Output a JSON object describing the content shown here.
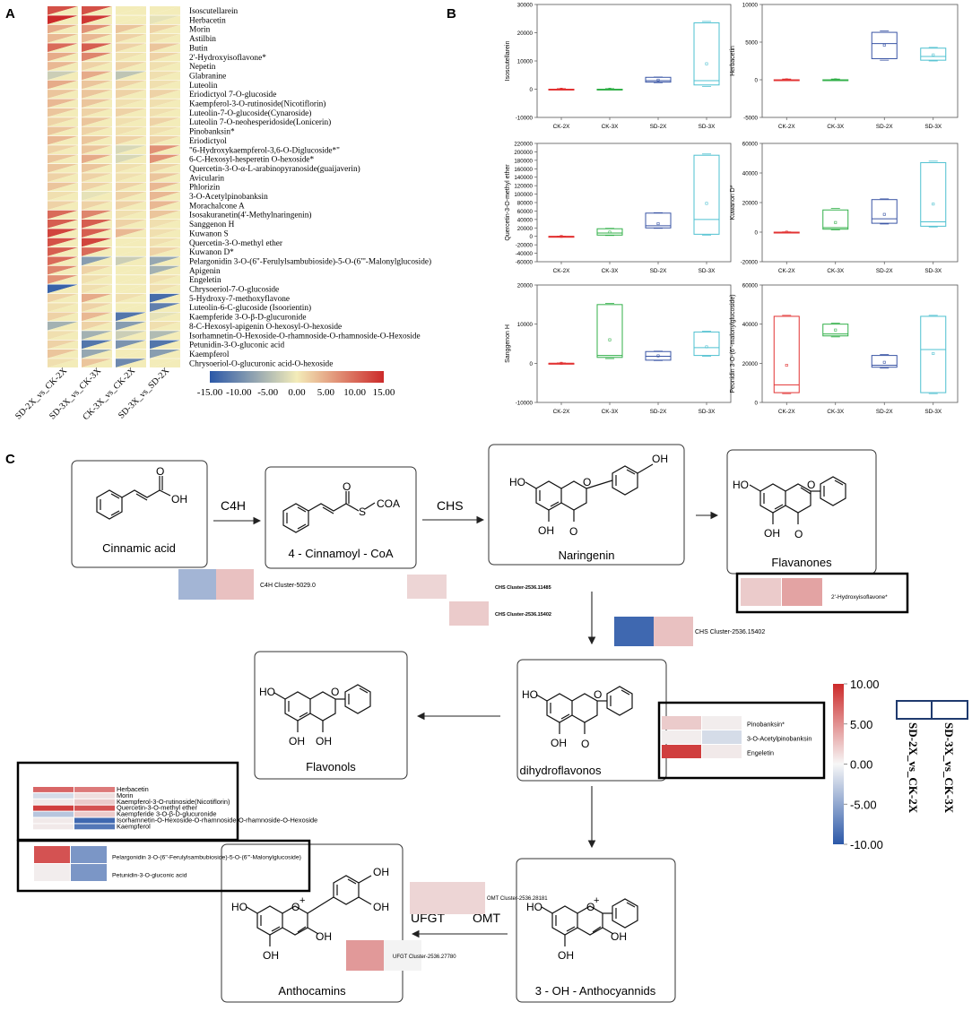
{
  "panels": {
    "a": "A",
    "b": "B",
    "c": "C"
  },
  "colors": {
    "neg": "#2b58a8",
    "zero": "#f3ecb9",
    "pos": "#cc2a2a"
  },
  "heatmap": {
    "compounds": [
      "Isoscutellarein",
      "Herbacetin",
      "Morin",
      "Astilbin",
      "Butin",
      "2'-Hydroxyisoflavone*",
      "Nepetin",
      "Glabranine",
      "Luteolin",
      "Eriodictyol 7-O-glucoside",
      "Kaempferol-3-O-rutinoside(Nicotiflorin)",
      "Luteolin-7-O-glucoside(Cynaroside)",
      "Luteolin 7-O-neohesperidoside(Lonicerin)",
      "Pinobanksin*",
      "Eriodictyol",
      "\"6-Hydroxykaempferol-3,6-O-Diglucoside*\"",
      "6-C-Hexosyl-hesperetin O-hexoside*",
      "Quercetin-3-O-α-L-arabinopyranoside(guaijaverin)",
      "Avicularin",
      "Phlorizin",
      "3-O-Acetylpinobanksin",
      "Morachalcone A",
      "Isosakuranetin(4'-Methylnaringenin)",
      "Sanggenon H",
      "Kuwanon S",
      "Quercetin-3-O-methyl ether",
      "Kuwanon D*",
      "Pelargonidin 3-O-(6\"-Ferulylsambubioside)-5-O-(6\"'-Malonylglucoside)",
      "Apigenin",
      "Engeletin",
      "Chrysoeriol-7-O-glucoside",
      "5-Hydroxy-7-methoxyflavone",
      "Luteolin-6-C-glucoside (Isoorientin)",
      "Kaempferide 3-O-β-D-glucuronide",
      "8-C-Hexosyl-apigenin O-hexosyl-O-hexoside",
      "Isorhamnetin-O-Hexoside-O-rhamnoside-O-rhamnoside-O-Hexoside",
      "Petunidin-3-O-gluconic acid",
      "Kaempferol",
      "Chrysoeriol-O-glucuronic acid-O-hexoside"
    ],
    "comparisons": [
      "SD-2X_vs_CK-2X",
      "SD-3X_vs_CK-3X",
      "CK-3X_vs_CK-2X",
      "SD-3X_vs_SD-2X"
    ],
    "values": [
      [
        12,
        12,
        0,
        0
      ],
      [
        15,
        14,
        0,
        -1
      ],
      [
        5,
        7,
        3,
        2
      ],
      [
        4,
        4,
        2,
        1
      ],
      [
        10,
        11,
        2,
        3
      ],
      [
        5,
        8,
        1,
        2
      ],
      [
        4,
        2,
        2,
        1
      ],
      [
        -3,
        5,
        -4,
        1
      ],
      [
        5,
        3,
        2,
        1
      ],
      [
        3,
        3,
        2,
        2
      ],
      [
        4,
        3,
        1,
        1
      ],
      [
        3,
        2,
        2,
        1
      ],
      [
        2,
        3,
        1,
        2
      ],
      [
        3,
        2,
        1,
        1
      ],
      [
        4,
        3,
        2,
        2
      ],
      [
        2,
        3,
        -2,
        7
      ],
      [
        3,
        5,
        -2,
        7
      ],
      [
        3,
        3,
        1,
        2
      ],
      [
        2,
        2,
        1,
        3
      ],
      [
        3,
        2,
        2,
        4
      ],
      [
        1,
        -1,
        2,
        4
      ],
      [
        2,
        2,
        2,
        4
      ],
      [
        10,
        8,
        1,
        3
      ],
      [
        11,
        11,
        2,
        1
      ],
      [
        13,
        11,
        4,
        1
      ],
      [
        12,
        13,
        0,
        1
      ],
      [
        11,
        10,
        0,
        2
      ],
      [
        10,
        -8,
        -3,
        -7
      ],
      [
        8,
        2,
        0,
        -6
      ],
      [
        7,
        1,
        0,
        1
      ],
      [
        -14,
        1,
        0,
        1
      ],
      [
        2,
        5,
        1,
        -13
      ],
      [
        1,
        2,
        0,
        -11
      ],
      [
        2,
        4,
        -12,
        -1
      ],
      [
        -6,
        2,
        -8,
        1
      ],
      [
        1,
        -6,
        -3,
        -5
      ],
      [
        2,
        -12,
        -9,
        -12
      ],
      [
        3,
        -7,
        0,
        -8
      ],
      [
        1,
        3,
        -10,
        0
      ]
    ],
    "colorbar_ticks": [
      "-15.00",
      "-10.00",
      "-5.00",
      "0.00",
      "5.00",
      "10.00",
      "15.00"
    ],
    "colorbar_range": [
      -15,
      15
    ]
  },
  "chart_data": [
    {
      "type": "box",
      "ylabel": "Isoscutellarein",
      "categories": [
        "CK-2X",
        "CK-3X",
        "SD-2X",
        "SD-3X"
      ],
      "ylim": [
        -10000,
        30000
      ],
      "yticks": [
        "-10000",
        "0",
        "10000",
        "20000",
        "30000"
      ],
      "boxes": [
        {
          "q1": 0,
          "median": 0,
          "q3": 0,
          "min": -200,
          "max": 200,
          "mean": 0
        },
        {
          "q1": 0,
          "median": 0,
          "q3": 0,
          "min": -200,
          "max": 200,
          "mean": 0
        },
        {
          "q1": 2500,
          "median": 3000,
          "q3": 4200,
          "min": 2300,
          "max": 4300,
          "mean": 3200
        },
        {
          "q1": 1500,
          "median": 3000,
          "q3": 23500,
          "min": 1000,
          "max": 24000,
          "mean": 9000
        }
      ],
      "colors": [
        "#e23232",
        "#33b04a",
        "#3a55a5",
        "#4ec0d0"
      ]
    },
    {
      "type": "box",
      "ylabel": "Herbacetin",
      "categories": [
        "CK-2X",
        "CK-3X",
        "SD-2X",
        "SD-3X"
      ],
      "ylim": [
        -5000,
        10000
      ],
      "yticks": [
        "-5000",
        "0",
        "5000",
        "10000"
      ],
      "boxes": [
        {
          "q1": 0,
          "median": 0,
          "q3": 0,
          "min": -100,
          "max": 100,
          "mean": 0
        },
        {
          "q1": 0,
          "median": 0,
          "q3": 0,
          "min": -100,
          "max": 100,
          "mean": 0
        },
        {
          "q1": 2800,
          "median": 4800,
          "q3": 6300,
          "min": 2600,
          "max": 6500,
          "mean": 4600
        },
        {
          "q1": 2600,
          "median": 3100,
          "q3": 4200,
          "min": 2500,
          "max": 4300,
          "mean": 3300
        }
      ],
      "colors": [
        "#e23232",
        "#33b04a",
        "#3a55a5",
        "#4ec0d0"
      ]
    },
    {
      "type": "box",
      "ylabel": "Quercetin-3-O-methyl ether",
      "categories": [
        "CK-2X",
        "CK-3X",
        "SD-2X",
        "SD-3X"
      ],
      "ylim": [
        -60000,
        220000
      ],
      "yticks": [
        "-60000",
        "-40000",
        "-20000",
        "0",
        "20000",
        "40000",
        "60000",
        "80000",
        "100000",
        "120000",
        "140000",
        "160000",
        "180000",
        "200000",
        "220000"
      ],
      "boxes": [
        {
          "q1": 0,
          "median": 0,
          "q3": 0,
          "min": -500,
          "max": 500,
          "mean": 0
        },
        {
          "q1": 3000,
          "median": 8000,
          "q3": 18000,
          "min": 2000,
          "max": 19000,
          "mean": 10000
        },
        {
          "q1": 20000,
          "median": 25000,
          "q3": 55000,
          "min": 19000,
          "max": 56000,
          "mean": 30000
        },
        {
          "q1": 5000,
          "median": 40000,
          "q3": 192000,
          "min": 3000,
          "max": 195000,
          "mean": 78000
        }
      ],
      "colors": [
        "#e23232",
        "#33b04a",
        "#3a55a5",
        "#4ec0d0"
      ]
    },
    {
      "type": "box",
      "ylabel": "Kuwanon D*",
      "categories": [
        "CK-2X",
        "CK-3X",
        "SD-2X",
        "SD-3X"
      ],
      "ylim": [
        -20000,
        60000
      ],
      "yticks": [
        "-20000",
        "0",
        "20000",
        "40000",
        "60000"
      ],
      "boxes": [
        {
          "q1": 0,
          "median": 0,
          "q3": 0,
          "min": -200,
          "max": 200,
          "mean": 0
        },
        {
          "q1": 2000,
          "median": 3000,
          "q3": 15000,
          "min": 1500,
          "max": 16000,
          "mean": 6500
        },
        {
          "q1": 6000,
          "median": 9000,
          "q3": 22000,
          "min": 5500,
          "max": 22500,
          "mean": 12000
        },
        {
          "q1": 4000,
          "median": 7000,
          "q3": 47000,
          "min": 3500,
          "max": 48000,
          "mean": 19000
        }
      ],
      "colors": [
        "#e23232",
        "#33b04a",
        "#3a55a5",
        "#4ec0d0"
      ]
    },
    {
      "type": "box",
      "ylabel": "Sanggenon H",
      "categories": [
        "CK-2X",
        "CK-3X",
        "SD-2X",
        "SD-3X"
      ],
      "ylim": [
        -10000,
        20000
      ],
      "yticks": [
        "-10000",
        "0",
        "10000",
        "20000"
      ],
      "boxes": [
        {
          "q1": 0,
          "median": 0,
          "q3": 0,
          "min": -100,
          "max": 100,
          "mean": 0
        },
        {
          "q1": 1500,
          "median": 2000,
          "q3": 15000,
          "min": 1200,
          "max": 15300,
          "mean": 6000
        },
        {
          "q1": 800,
          "median": 1800,
          "q3": 3000,
          "min": 700,
          "max": 3100,
          "mean": 1900
        },
        {
          "q1": 2000,
          "median": 4000,
          "q3": 8000,
          "min": 1800,
          "max": 8200,
          "mean": 4200
        }
      ],
      "colors": [
        "#e23232",
        "#33b04a",
        "#3a55a5",
        "#4ec0d0"
      ]
    },
    {
      "type": "box",
      "ylabel": "Peonidin 3-O-(6\"-malonylglucoside)",
      "categories": [
        "CK-2X",
        "CK-3X",
        "SD-2X",
        "SD-3X"
      ],
      "ylim": [
        0,
        60000
      ],
      "yticks": [
        "0",
        "20000",
        "40000",
        "60000"
      ],
      "boxes": [
        {
          "q1": 5000,
          "median": 9000,
          "q3": 44000,
          "min": 4500,
          "max": 44500,
          "mean": 19000
        },
        {
          "q1": 34000,
          "median": 35000,
          "q3": 40000,
          "min": 33500,
          "max": 40500,
          "mean": 37000
        },
        {
          "q1": 18000,
          "median": 19000,
          "q3": 24000,
          "min": 17500,
          "max": 24500,
          "mean": 20500
        },
        {
          "q1": 5000,
          "median": 27000,
          "q3": 44000,
          "min": 4500,
          "max": 44500,
          "mean": 25000
        }
      ],
      "colors": [
        "#e23232",
        "#33b04a",
        "#3a55a5",
        "#4ec0d0"
      ]
    }
  ],
  "pathway": {
    "nodes": {
      "cinnamic": "Cinnamic acid",
      "cinnamoyl": "4 - Cinnamoyl - CoA",
      "naringenin": "Naringenin",
      "flavanones": "Flavanones",
      "dihydroflavonos": "dihydroflavonos",
      "flavonols": "Flavonols",
      "anthocyannids": "3 - OH - Anthocyannids",
      "anthocamins": "Anthocamins"
    },
    "enzymes": {
      "c4h": "C4H",
      "chs": "CHS",
      "ufgt": "UFGT",
      "omt": "OMT"
    },
    "chem": {
      "cooh_o": "O",
      "cooh_oh": "OH",
      "coa_o": "O",
      "coa_s": "S",
      "coa": "COA",
      "ho": "HO",
      "oh": "OH",
      "o": "O",
      "plus": "+"
    },
    "gene_maps": [
      {
        "label": "C4H Cluster-5029.0",
        "values": [
          -4,
          2.5
        ]
      },
      {
        "label": "CHS Cluster-2536.11485",
        "values": [
          1.5
        ]
      },
      {
        "label": "CHS Cluster-2536.15402",
        "values": [
          2
        ]
      },
      {
        "label": "CHS Cluster-2536.15402",
        "values": [
          -9,
          2.5
        ]
      },
      {
        "label": "OMT Cluster-2536.28181",
        "values": [
          1.5,
          1.5
        ]
      },
      {
        "label": "UFGT Cluster-2536.27780",
        "values": [
          4.5,
          0
        ]
      }
    ],
    "metab_flavanones": [
      {
        "label": "2'-Hydroxyisoflavone*",
        "values": [
          2,
          4
        ]
      }
    ],
    "metab_dihydro": [
      {
        "label": "Pinobanksin*",
        "values": [
          2,
          0.3
        ]
      },
      {
        "label": "3-O-Acetylpinobanksin",
        "values": [
          0.3,
          -1.5
        ]
      },
      {
        "label": "Engeletin",
        "values": [
          9,
          0.5
        ]
      }
    ],
    "metab_flavonols": [
      {
        "label": "Herbacetin",
        "values": [
          7,
          6
        ]
      },
      {
        "label": "Morin",
        "values": [
          -1.5,
          1
        ]
      },
      {
        "label": "Kaempferol-3-O-rutinoside(Nicotiflorin)",
        "values": [
          0.5,
          2
        ]
      },
      {
        "label": "Quercetin-3-O-methyl ether",
        "values": [
          9,
          8
        ]
      },
      {
        "label": "Kaempferide 3-O-β-D-glucuronide",
        "values": [
          -3,
          2
        ]
      },
      {
        "label": "Isorhamnetin-O-Hexoside-O-rhamnoside-O-rhamnoside-O-Hexoside",
        "values": [
          0.5,
          -9
        ]
      },
      {
        "label": "Kaempferol",
        "values": [
          0.5,
          -8
        ]
      }
    ],
    "metab_antho": [
      {
        "label": "Pelargonidin 3-O-(6\"-Ferulylsambubioside)-5-O-(6\"'-Malonylglucoside)",
        "values": [
          8,
          -6
        ]
      },
      {
        "label": "Petunidin-3-O-gluconic acid",
        "values": [
          0.3,
          -6
        ]
      }
    ],
    "colorbar_ticks": [
      "10.00",
      "5.00",
      "0.00",
      "-5.00",
      "-10.00"
    ],
    "colorbar_range": [
      -10,
      10
    ],
    "legend_cols": [
      "SD-2X_vs_CK-2X",
      "SD-3X_vs_CK-3X"
    ]
  }
}
